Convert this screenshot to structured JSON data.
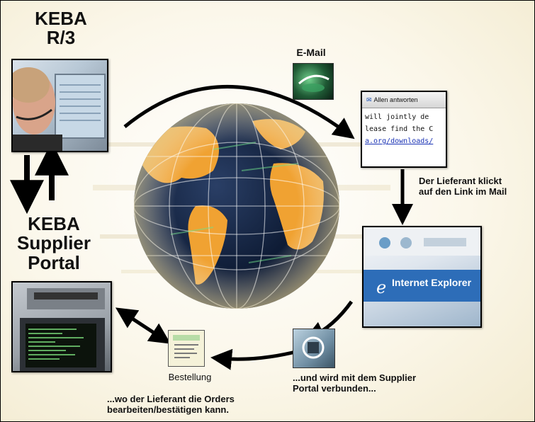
{
  "title_top": [
    "KEBA",
    "R/3"
  ],
  "title_mid": [
    "KEBA",
    "Supplier",
    "Portal"
  ],
  "email_label": "E-Mail",
  "mail_snippet": {
    "button": "Allen antworten",
    "lines": [
      "will jointly de",
      "lease find the C",
      "a.org/downloads/"
    ]
  },
  "step_click": [
    "Der Lieferant klickt",
    "auf den Link im Mail"
  ],
  "ie_banner": "Internet Explorer",
  "step_connect": [
    "...und wird mit dem Supplier",
    "Portal verbunden..."
  ],
  "bestellung_label": "Bestellung",
  "step_orders": [
    "...wo der Lieferant die Orders",
    "bearbeiten/bestätigen kann."
  ],
  "colors": {
    "ocean": "#0d1a33",
    "land": "#f0a232",
    "arrow": "#000000"
  }
}
